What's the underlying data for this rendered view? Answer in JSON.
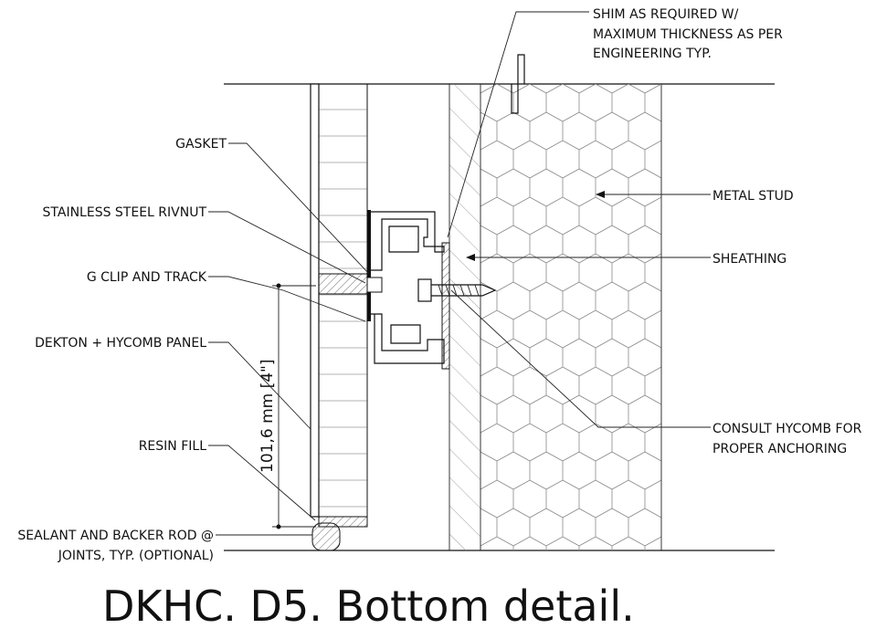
{
  "labels": {
    "shim_line1": "SHIM AS REQUIRED W/",
    "shim_line2": "MAXIMUM THICKNESS AS PER",
    "shim_line3": "ENGINEERING TYP.",
    "metal_stud": "METAL STUD",
    "sheathing": "SHEATHING",
    "consult_line1": "CONSULT HYCOMB FOR",
    "consult_line2": "PROPER ANCHORING",
    "gasket": "GASKET",
    "rivnut": "STAINLESS STEEL RIVNUT",
    "gclip": "G CLIP AND TRACK",
    "panel": "DEKTON + HYCOMB PANEL",
    "resin": "RESIN FILL",
    "sealant_line1": "SEALANT AND BACKER ROD @",
    "sealant_line2": "JOINTS, TYP. (OPTIONAL)"
  },
  "dimension": "101,6 mm [4\"]",
  "title": "DKHC. D5.  Bottom detail."
}
